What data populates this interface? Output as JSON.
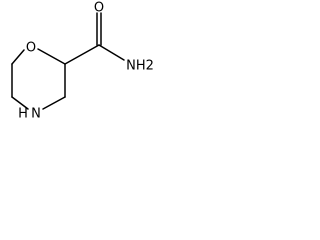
{
  "molecule": {
    "atoms": {
      "ring_oxygen": "O",
      "ring_nitrogen": "N",
      "ring_nitrogen_hydrogen": "H",
      "carbonyl_oxygen": "O",
      "amide_group": "NH2"
    }
  }
}
